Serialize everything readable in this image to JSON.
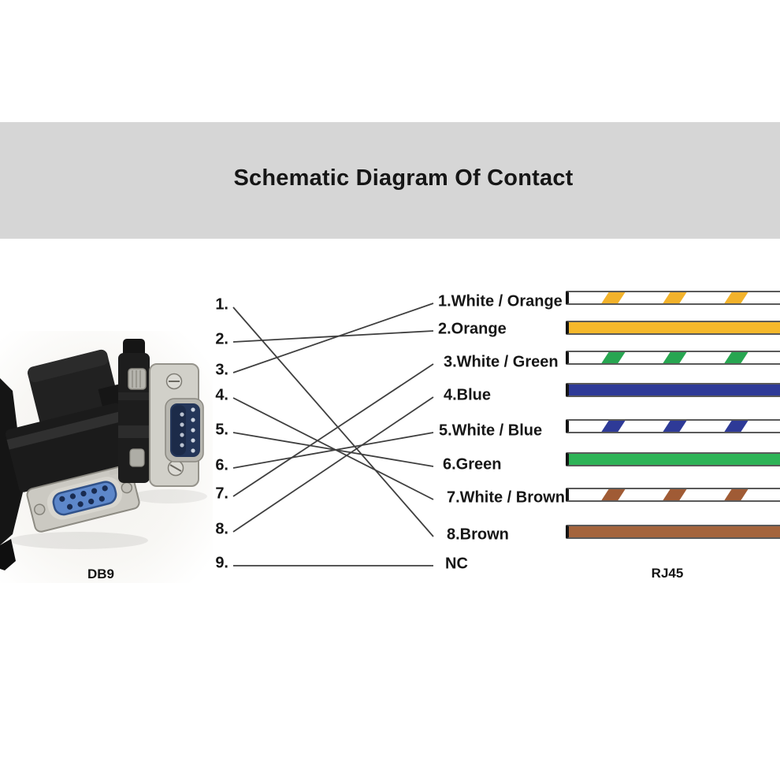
{
  "title": "Schematic Diagram Of Contact",
  "db9_caption": "DB9",
  "rj45_caption": "RJ45",
  "db9_pins": [
    "1.",
    "2.",
    "3.",
    "4.",
    "5.",
    "6.",
    "7.",
    "8.",
    "9."
  ],
  "rj45_pins": [
    {
      "label": "1.White / Orange",
      "pattern": "striped",
      "hex": "#F2B22B"
    },
    {
      "label": "2.Orange",
      "pattern": "solid",
      "hex": "#F5B82B"
    },
    {
      "label": "3.White / Green",
      "pattern": "striped",
      "hex": "#27A651"
    },
    {
      "label": "4.Blue",
      "pattern": "solid",
      "hex": "#2E3A97"
    },
    {
      "label": "5.White / Blue",
      "pattern": "striped",
      "hex": "#2E3A97"
    },
    {
      "label": "6.Green",
      "pattern": "solid",
      "hex": "#2DB356"
    },
    {
      "label": "7.White / Brown",
      "pattern": "striped",
      "hex": "#A05B35"
    },
    {
      "label": "8.Brown",
      "pattern": "solid",
      "hex": "#A4643C"
    },
    {
      "label": "NC",
      "pattern": "none",
      "hex": null
    }
  ],
  "connections": [
    {
      "db9": 1,
      "rj45": 8
    },
    {
      "db9": 2,
      "rj45": 2
    },
    {
      "db9": 3,
      "rj45": 1
    },
    {
      "db9": 4,
      "rj45": 7
    },
    {
      "db9": 5,
      "rj45": 6
    },
    {
      "db9": 6,
      "rj45": 5
    },
    {
      "db9": 7,
      "rj45": 3
    },
    {
      "db9": 8,
      "rj45": 4
    },
    {
      "db9": 9,
      "rj45": 9
    }
  ],
  "colors": {
    "band_gray": "#d6d6d6",
    "line_gray": "#3f3f3f",
    "bar_border": "#5a5a5a"
  }
}
